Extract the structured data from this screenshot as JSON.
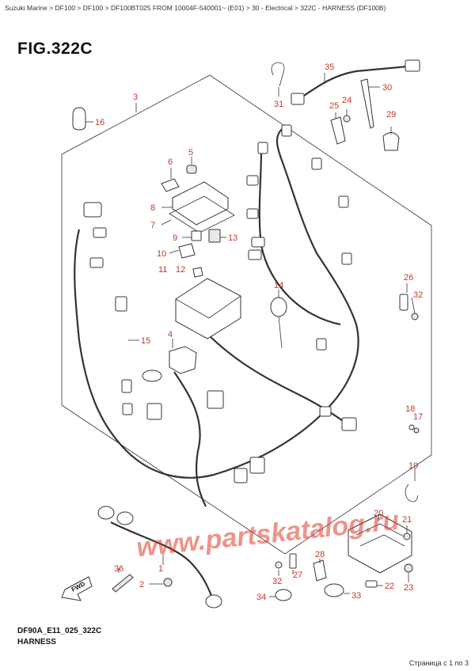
{
  "breadcrumb": "Suzuki Marine > DF100 > DF100 > DF100BT025 FROM 10004F-540001~ (E01) > 30 - Electrical > 322C - HARNESS (DF100B)",
  "figure_title": "FIG.322C",
  "callouts": [
    "35",
    "30",
    "31",
    "24",
    "25",
    "29",
    "3",
    "16",
    "5",
    "6",
    "8",
    "7",
    "9",
    "13",
    "10",
    "11",
    "12",
    "14",
    "26",
    "32",
    "4",
    "15",
    "18",
    "17",
    "19",
    "20",
    "21",
    "28",
    "27",
    "22",
    "1",
    "36",
    "2",
    "32",
    "34",
    "33",
    "23"
  ],
  "watermark": "www.partskatalog.ru",
  "fwd_label": "FWD",
  "reference_code": "DF90A_E11_025_322C",
  "caption": "HARNESS",
  "page_indicator": "Страница с 1 по 3",
  "colors": {
    "callout": "#c0392b",
    "watermark": "#e03a2a",
    "line": "#333333"
  }
}
